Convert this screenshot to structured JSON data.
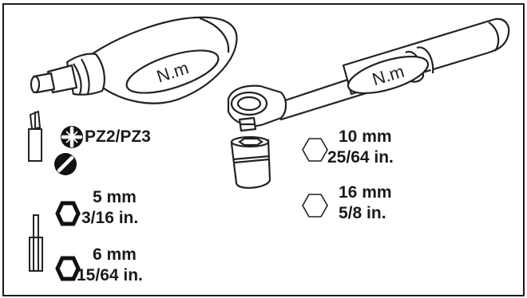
{
  "torque_screwdriver": {
    "scale_label": "N.m"
  },
  "torque_wrench": {
    "scale_label": "N.m"
  },
  "bits": {
    "phillips_pozidriv": {
      "label": "PZ2/PZ3"
    },
    "hex_small": {
      "metric": "5 mm",
      "imperial": "3/16 in."
    },
    "hex_large": {
      "metric": "6 mm",
      "imperial": "15/64 in."
    }
  },
  "sockets": {
    "socket_small": {
      "metric": "10 mm",
      "imperial": "25/64 in."
    },
    "socket_large": {
      "metric": "16 mm",
      "imperial": "5/8 in."
    }
  },
  "colors": {
    "stroke": "#222222",
    "fill": "#ffffff",
    "border": "#1a1a1a"
  }
}
